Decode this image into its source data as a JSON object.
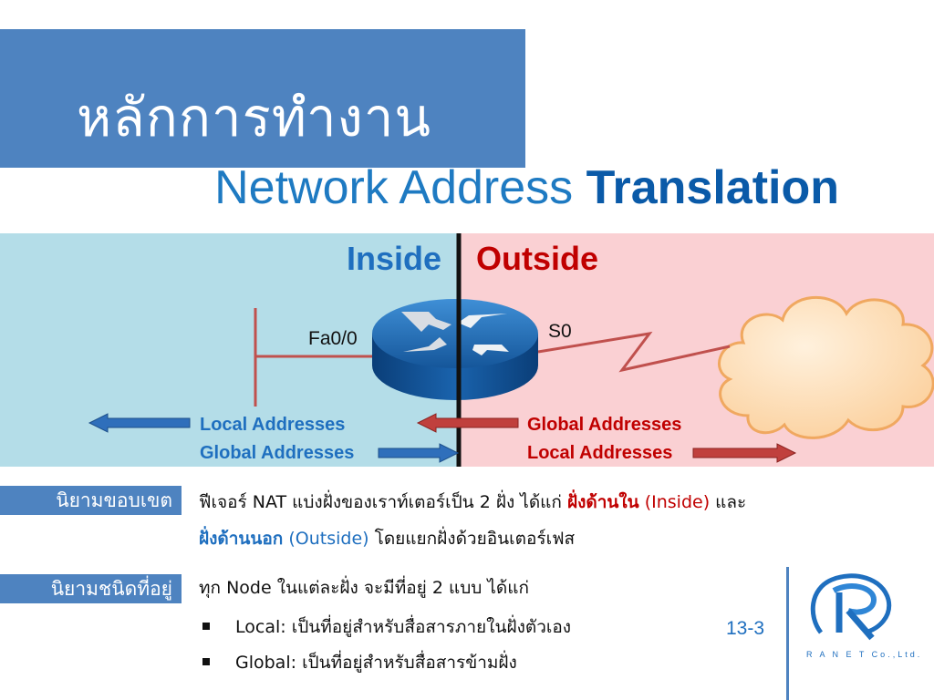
{
  "title": {
    "thai": "หลักการทำงาน",
    "en_light": "Network Address",
    "en_bold": "Translation"
  },
  "diagram": {
    "inside_label": "Inside",
    "outside_label": "Outside",
    "fa_interface": "Fa0/0",
    "s_interface": "S0",
    "inside_addresses": [
      "Local Addresses",
      "Global Addresses"
    ],
    "outside_addresses": [
      "Global Addresses",
      "Local Addresses"
    ],
    "colors": {
      "inside_bg": "#b4dde8",
      "outside_bg": "#fad0d3",
      "blue": "#1f6fbf",
      "red": "#c00000"
    }
  },
  "sections": {
    "scope_tag": "นิยามขอบเขต",
    "scope_line1_pre": "ฟีเจอร์ NAT แบ่งฝั่งของเราท์เตอร์เป็น 2 ฝั่ง ได้แก่",
    "scope_line1_hl": "ฝั่งด้านใน",
    "scope_line1_note": "(Inside)",
    "scope_line1_post": "และ",
    "scope_line2_hl": "ฝั่งด้านนอก",
    "scope_line2_note": "(Outside)",
    "scope_line2_post": "โดยแยกฝั่งด้วยอินเตอร์เฟส",
    "address_tag": "นิยามชนิดที่อยู่",
    "address_intro": "ทุก Node ในแต่ละฝั่ง จะมีที่อยู่ 2 แบบ ได้แก่",
    "bullets": [
      {
        "label": "Local:",
        "text": "เป็นที่อยู่สำหรับสื่อสารภายในฝั่งตัวเอง"
      },
      {
        "label": "Global:",
        "text": "เป็นที่อยู่สำหรับสื่อสารข้ามฝั่ง"
      }
    ]
  },
  "footer": {
    "page_number": "13-3",
    "logo_text": "R A N E T Co.,Ltd."
  }
}
